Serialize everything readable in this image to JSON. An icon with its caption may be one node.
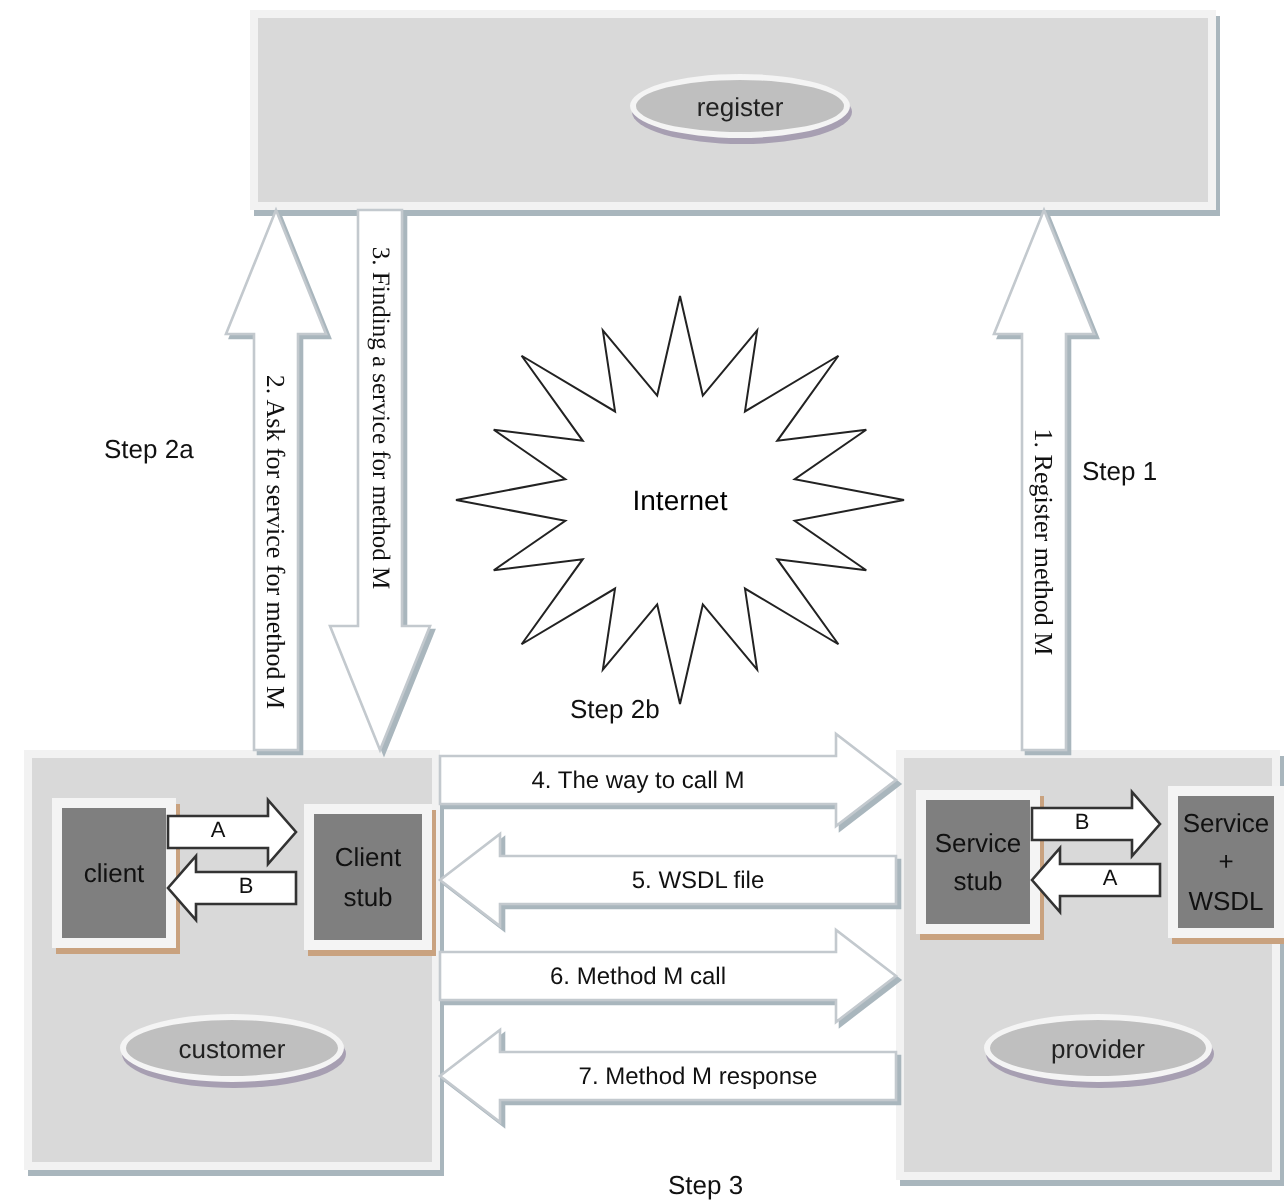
{
  "diagram": {
    "nodes": [
      {
        "text": [
          "register"
        ]
      },
      {
        "text": [
          "Internet"
        ]
      },
      {
        "text": [
          "customer"
        ]
      },
      {
        "text": [
          "client"
        ],
        "in": 2
      },
      {
        "text": [
          "Client stub"
        ],
        "in": 2
      },
      {
        "text": [
          "provider"
        ]
      },
      {
        "text": [
          "Service stub"
        ],
        "in": 5
      },
      {
        "text": [
          "Service + WSDL"
        ],
        "in": 5
      }
    ],
    "edges": [
      {
        "from": 5,
        "to": 0,
        "arrow": "to",
        "label": "1. Register method M"
      },
      {
        "from": 2,
        "to": 0,
        "arrow": "to",
        "label": "2. Ask for service for method M"
      },
      {
        "from": 0,
        "to": 2,
        "arrow": "to",
        "label": "3. Finding a service for method M"
      },
      {
        "from": 2,
        "to": 5,
        "arrow": "to",
        "label": "4. The way to call M"
      },
      {
        "from": 5,
        "to": 2,
        "arrow": "to",
        "label": "5. WSDL file"
      },
      {
        "from": 2,
        "to": 5,
        "arrow": "to",
        "label": "6. Method M call"
      },
      {
        "from": 5,
        "to": 2,
        "arrow": "to",
        "label": "7. Method M response"
      },
      {
        "from": 3,
        "to": 4,
        "arrow": "to",
        "label": "A"
      },
      {
        "from": 4,
        "to": 3,
        "arrow": "to",
        "label": "B"
      },
      {
        "from": 6,
        "to": 7,
        "arrow": "to",
        "label": "B"
      },
      {
        "from": 7,
        "to": 6,
        "arrow": "to",
        "label": "A"
      }
    ],
    "labels": [
      "Step 2a",
      "Step 1",
      "Step 2b",
      "Step 3"
    ]
  }
}
